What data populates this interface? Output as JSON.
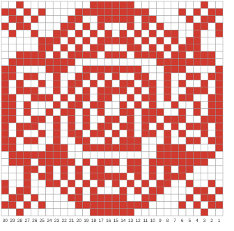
{
  "colors": {
    "filled": "#d03a2f",
    "empty": "#ffffff",
    "grid": "#9a9a9a",
    "label": "#333333"
  },
  "pattern": {
    "columns": 30,
    "rows": 30,
    "column_labels": [
      "30",
      "29",
      "28",
      "27",
      "26",
      "25",
      "24",
      "23",
      "22",
      "21",
      "20",
      "19",
      "18",
      "17",
      "16",
      "15",
      "14",
      "13",
      "12",
      "11",
      "10",
      "9",
      "8",
      "7",
      "6",
      "5",
      "4",
      "3",
      "2",
      "1"
    ],
    "grid": [
      "..X.........XXXXXX.........X..",
      "XX.X.X....XXXXXXXXXX....X.X.XX",
      ".XX.X....XX..XXXXX.XX....X.XX.",
      "X.XX....XX.X.X...X.X.X....XX.X",
      ".X..X..XX.X.X.X.X.X.X.XX..X..X",
      ".....XXX.X.X.XXXXX.X.X.X.XX...",
      ".....XX.X.X.XX...XX.X.X.XXX...",
      "..XXXX.X.XXXX.XXX.XXXX.XX.XXX.",
      ".XXXXXXXXX...........XXXXXXXX.",
      "XX....XXX..XXXXXXXX...XXX....X",
      "XX.XX..X..XX.X.X..XX..X..XX.XX",
      "X.X..X.X.XX.X.X.XX.XX.X.X..X.X",
      "X.XXX..X.X.X.XXXX.X.X.X..XXX.X",
      "XX..XXX.X.XX.XX..X.XX.X.XX..XX",
      "XX.X...X.XX.XX..X.X.X..X..X.XX",
      "XX.X..X.XX.X.X..XX.XXX..X.X.XX",
      "XX..XX.X.X.X..XX.X.XX.XXX..XXX",
      "X.XXX..X.X.X.XX.XX.X.X.X.XXX.X",
      "X.X..X.X.XX.XX.X.X.XX.X.X..X.X",
      "XX.XX..X..XX..X.XXX...X..XX.XX",
      "XX....XXX..XXXXXXXX..XXXX....X",
      ".XXXXXXXX............XXXXXXXX.",
      ".XXX.XXXXX.X.XXX.XX.XXXXXXXX..",
      "...XX.X.X.X.XX...XX.X.X.XX....",
      "...X.XX.X.X.XXXXX.X.X.XXX.....",
      "X..X..XX.X.X.X.X.X.X.XX..X..X.",
      "X.XX....X.X.X...X.X.XX....XX.X",
      ".XX.X....XX.XXXXX..XX....X.XX.",
      "XX.X.X....XXXXXXXXXX....X.X.XX",
      "..X.........XXXXXX.........X.."
    ]
  }
}
